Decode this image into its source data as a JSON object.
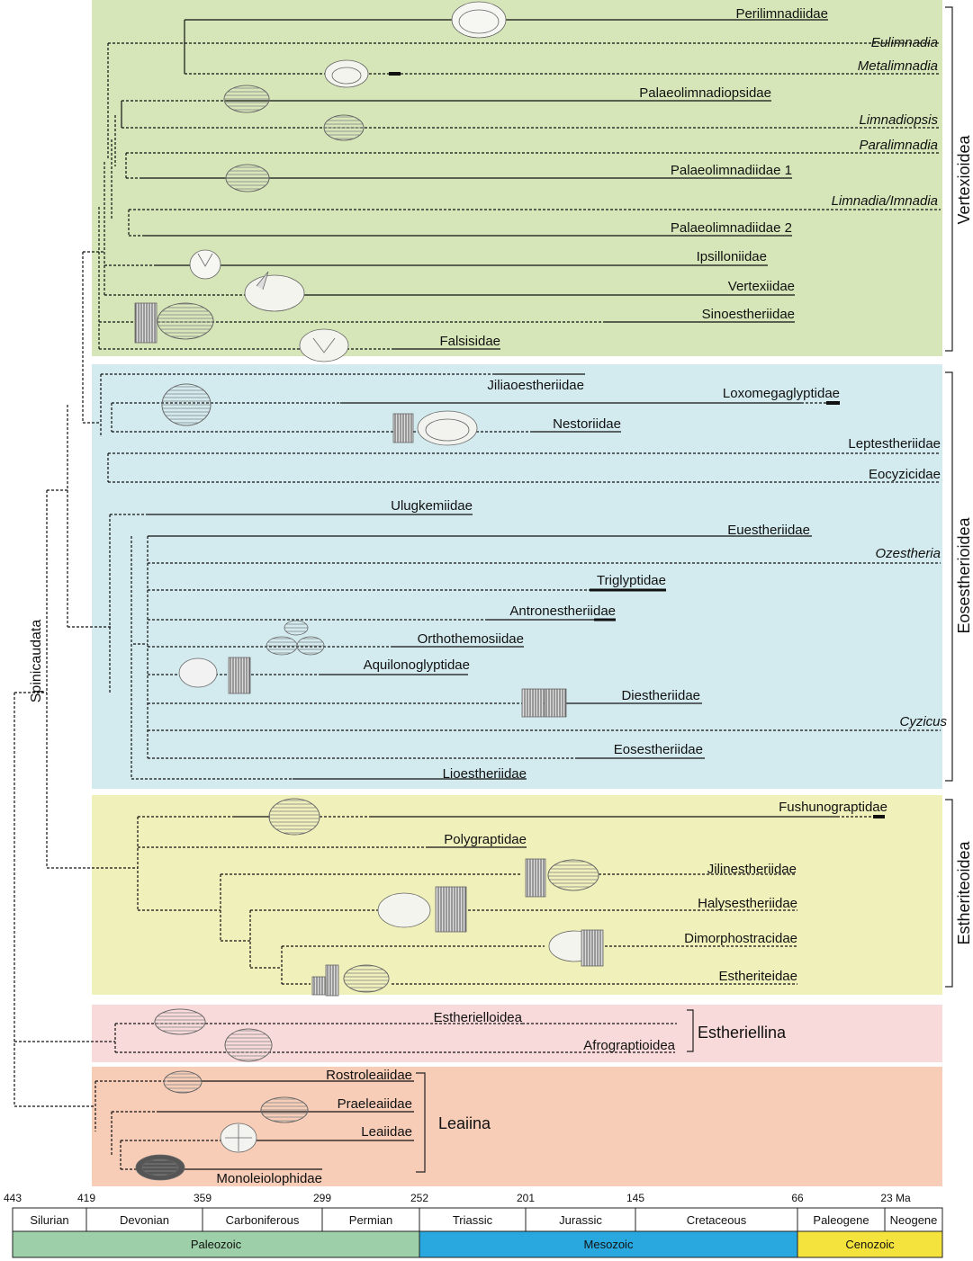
{
  "groups": {
    "vertexioidea": "Vertexioidea",
    "eosestherioidea": "Eosestherioidea",
    "estheriteoidea": "Estheriteoidea",
    "estheriellina": "Estheriellina",
    "leaiina": "Leaiina",
    "spinicaudata": "Spinicaudata"
  },
  "taxa": {
    "perilimnadiidae": "Perilimnadiidae",
    "eulimnadia": "Eulimnadia",
    "metalimnadia": "Metalimnadia",
    "palaeolimnadiopsidae": "Palaeolimnadiopsidae",
    "limnadiopsis": "Limnadiopsis",
    "paralimnadia": "Paralimnadia",
    "palaeolimnadiidae1": "Palaeolimnadiidae 1",
    "limnadia_imnadia": "Limnadia/Imnadia",
    "palaeolimnadiidae2": "Palaeolimnadiidae 2",
    "ipsilloniidae": "Ipsilloniidae",
    "vertexiidae": "Vertexiidae",
    "sinoestheriidae": "Sinoestheriidae",
    "falsisidae": "Falsisidae",
    "jiliaoestheriidae": "Jiliaoestheriidae",
    "loxomegaglyptidae": "Loxomegaglyptidae",
    "nestoriidae": "Nestoriidae",
    "leptestheriidae": "Leptestheriidae",
    "eocyzicidae": "Eocyzicidae",
    "ulugkemiidae": "Ulugkemiidae",
    "euestheriidae": "Euestheriidae",
    "ozestheria": "Ozestheria",
    "triglyptidae": "Triglyptidae",
    "antronestheriidae": "Antronestheriidae",
    "orthothemosiidae": "Orthothemosiidae",
    "aquilonoglyptidae": "Aquilonoglyptidae",
    "diestheriidae": "Diestheriidae",
    "cyzicus": "Cyzicus",
    "eosestheriidae": "Eosestheriidae",
    "lioestheriidae": "Lioestheriidae",
    "fushunograptidae": "Fushunograptidae",
    "polygraptidae": "Polygraptidae",
    "jilinestheriidae": "Jilinestheriidae",
    "halysestheriidae": "Halysestheriidae",
    "dimorphostracidae": "Dimorphostracidae",
    "estheriteidae": "Estheriteidae",
    "estherielloidea": "Estherielloidea",
    "afrograptioidea": "Afrograptioidea",
    "rostroleaiidae": "Rostroleaiidae",
    "praeleaiidae": "Praeleaiidae",
    "leaiidae": "Leaiidae",
    "monoleiolophidae": "Monoleiolophidae"
  },
  "timescale": {
    "ticks": [
      {
        "age": "443",
        "ma": 443
      },
      {
        "age": "419",
        "ma": 419
      },
      {
        "age": "359",
        "ma": 359
      },
      {
        "age": "299",
        "ma": 299
      },
      {
        "age": "252",
        "ma": 252
      },
      {
        "age": "201",
        "ma": 201
      },
      {
        "age": "145",
        "ma": 145
      },
      {
        "age": "66",
        "ma": 66
      },
      {
        "age": "23",
        "ma": 23
      }
    ],
    "unit": "Ma",
    "periods": [
      "Silurian",
      "Devonian",
      "Carboniferous",
      "Permian",
      "Triassic",
      "Jurassic",
      "Cretaceous",
      "Paleogene",
      "Neogene"
    ],
    "eras": [
      {
        "name": "Paleozoic",
        "color": "#9dd0a8"
      },
      {
        "name": "Mesozoic",
        "color": "#29a8e0"
      },
      {
        "name": "Cenozoic",
        "color": "#f5e33d"
      }
    ]
  },
  "colors": {
    "vertexioidea_panel": "#d6e6b8",
    "eosestherioidea_panel": "#d3ebef",
    "estheriteoidea_panel": "#f0f0bb",
    "estheriellina_panel": "#f9dada",
    "leaiina_panel": "#f7cdb8"
  }
}
